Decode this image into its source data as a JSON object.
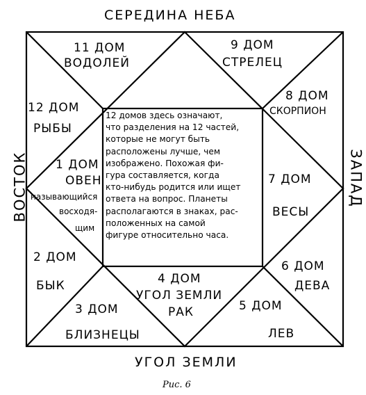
{
  "title_top": "СЕРЕДИНА НЕБА",
  "title_bottom": "УГОЛ ЗЕМЛИ",
  "side_left": "ВОСТОК",
  "side_right": "ЗАПАД",
  "caption": "Рис. 6",
  "houses": {
    "h1": {
      "house": "1 ДОМ",
      "sign": "ОВЕН",
      "extra": [
        "называющийся",
        "восходя-",
        "щим"
      ]
    },
    "h2": {
      "house": "2 ДОМ",
      "sign": "БЫК"
    },
    "h3": {
      "house": "3 ДОМ",
      "sign": "БЛИЗНЕЦЫ"
    },
    "h4": {
      "house": "4 ДОМ",
      "sign_lines": [
        "УГОЛ ЗЕМЛИ",
        "РАК"
      ]
    },
    "h5": {
      "house": "5 ДОМ",
      "sign": "ЛЕВ"
    },
    "h6": {
      "house": "6 ДОМ",
      "sign": "ДЕВА"
    },
    "h7": {
      "house": "7 ДОМ",
      "sign": "ВЕСЫ"
    },
    "h8": {
      "house": "8 ДОМ",
      "sign": "СКОРПИОН"
    },
    "h9": {
      "house": "9 ДОМ",
      "sign": "СТРЕЛЕЦ"
    },
    "h11": {
      "house": "11 ДОМ",
      "sign": "ВОДОЛЕЙ"
    },
    "h12": {
      "house": "12 ДОМ",
      "sign": "РЫБЫ"
    }
  },
  "center_lines": [
    "12 домов здесь означают,",
    "что разделения на 12 частей,",
    "которые не могут быть",
    "расположены лучше, чем",
    "изображено. Похожая фи-",
    "гура составляется, когда",
    "кто-нибудь родится или ищет",
    "ответа на вопрос. Планеты",
    "располагаются в знаках, рас-",
    "положенных на самой",
    "фигуре относительно часа."
  ]
}
